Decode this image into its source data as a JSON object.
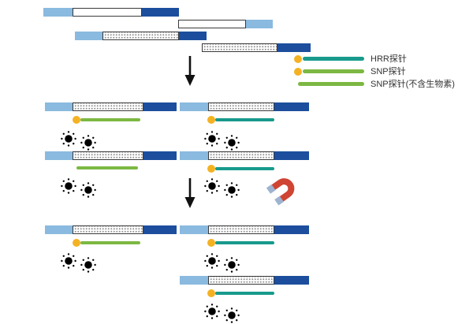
{
  "legend": {
    "items": [
      {
        "label": "HRR探针",
        "color_key": "teal",
        "biotin": true
      },
      {
        "label": "SNP探针",
        "color_key": "green",
        "biotin": true
      },
      {
        "label": "SNP探针(不含生物素)",
        "color_key": "green",
        "biotin": false
      }
    ]
  },
  "colors": {
    "lightblue": "#8abadf",
    "darkblue": "#1c4e9d",
    "teal": "#189a8c",
    "green": "#7cb842",
    "yellow": "#f4b223",
    "virus": "#3c62ae",
    "magnet": "#cf4433",
    "magnet-tip": "#9db4d0",
    "arrow": "#111111",
    "outline": "#3a3a3a"
  },
  "icons": {
    "bead": "virus-like-bead-icon",
    "magnet": "horseshoe-magnet-icon",
    "biotin": "biotin-dot",
    "arrow": "down-arrow-icon"
  }
}
